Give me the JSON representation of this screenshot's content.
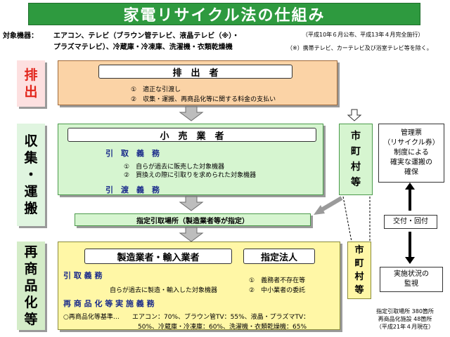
{
  "title": "家電リサイクル法の仕組み",
  "target": {
    "label": "対象機器：",
    "line1": "エアコン、テレビ（ブラウン管テレビ、液晶テレビ（※）・",
    "line2": "プラズマテレビ）、冷蔵庫・冷凍庫、洗濯機・衣類乾燥機",
    "promulgation": "（平成10年６月公布、平成13年４月完全施行）",
    "note": "（※）携帯テレビ、カーテレビ及び浴室テレビ等を除く。"
  },
  "stages": {
    "discharge": [
      "排",
      "出"
    ],
    "collection": [
      "収",
      "集",
      "・",
      "運",
      "搬"
    ],
    "recycling": [
      "再",
      "商",
      "品",
      "化",
      "等"
    ]
  },
  "discharger": {
    "title": "排　出　者",
    "item1": "①　適正な引渡し",
    "item2": "②　収集・運搬、再商品化等に関する料金の支払い"
  },
  "municipality_label": [
    "市",
    "町",
    "村",
    "等"
  ],
  "retailer": {
    "title": "小　売　業　者",
    "duty_pickup": "引　取　義　務",
    "item1": "①　自らが過去に販売した対象機器",
    "item2": "②　買換えの際に引取りを求められた対象機器",
    "duty_delivery": "引　渡　義　務"
  },
  "collection_point": "指定引取場所（製造業者等が指定）",
  "manufacturer": {
    "title": "製造業者・輸入業者",
    "designated": "指定法人",
    "duty_pickup": "引 取 義 務",
    "pickup_detail": "自らが過去に製造・輸入した対象機器",
    "d_item1": "①　義務者不存在等",
    "d_item2": "②　中小業者の委託",
    "duty_recycle": "再 商 品 化 等 実 施 義 務",
    "standard_label": "○再商品化等基準…",
    "standard_line1": "エアコン：70%、ブラウン管TV：55%、液晶・プラズマTV：",
    "standard_line2": "50%、冷蔵庫・冷凍庫：60%、洗濯機・衣類乾燥機：65%"
  },
  "side": {
    "manifest": [
      "管理票",
      "（リサイクル券）",
      "制度による",
      "確実な運搬の",
      "確保"
    ],
    "issue": "交付・回付",
    "monitor": [
      "実施状況の",
      "監視"
    ]
  },
  "footnote": [
    "指定引取場所 380箇所",
    "再商品化施設 48箇所",
    "（平成21年４月現在）"
  ],
  "colors": {
    "title_green": "#2e9a3f",
    "discharge_orange": "#fbd3a6",
    "collection_green": "#d6f5d0",
    "recycling_yellow": "#fff7a6",
    "stage_red": "#e2261c"
  }
}
